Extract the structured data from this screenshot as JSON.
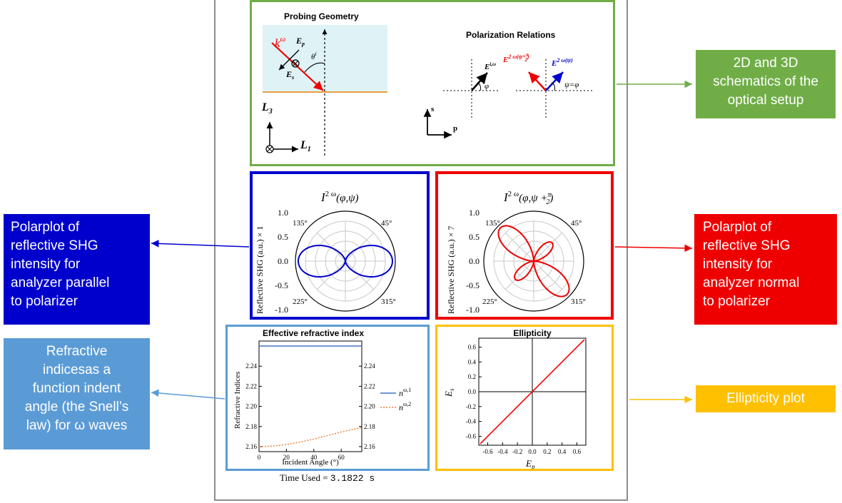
{
  "colors": {
    "green": "#70ad47",
    "blue": "#0000cc",
    "red": "#ee0000",
    "lightblue": "#5b9bd5",
    "gold": "#ffc000",
    "frame": "#8c8c8c"
  },
  "geometry": {
    "title": "Probing Geometry",
    "k_label": "k",
    "k_sup": "ω",
    "ep_label": "E",
    "ep_sub": "p",
    "es_label": "E",
    "es_sub": "s",
    "theta_label": "θ",
    "theta_sup": "i",
    "l3_label": "L",
    "l3_sub": "3",
    "l1_label": "L",
    "l1_sub": "1"
  },
  "polarization": {
    "title": "Polarization Relations",
    "e_in_label": "E",
    "e_in_sup": "i,ω",
    "e_normal_label": "E",
    "e_normal_sup": "2 ω(ψ+",
    "e_normal_frac_top": "π",
    "e_normal_frac_bot": "2",
    "e_normal_close": ")",
    "e_parallel_label": "E",
    "e_parallel_sup": "2 ω(ψ)",
    "phi_label": "φ",
    "psi_eq": "ψ=φ",
    "s_label": "s",
    "p_label": "p"
  },
  "polar_parallel": {
    "title_base": "I",
    "title_sup": "2 ω",
    "title_args": "(φ,ψ)",
    "ylabel": "Reflective SHG (a.u.) × 1",
    "y_ticks": [
      "1.0",
      "0.5",
      "0.0",
      "-0.5",
      "-1.0"
    ],
    "angle_labels": [
      "135°",
      "45°",
      "225°",
      "315°"
    ]
  },
  "polar_normal": {
    "title_base": "I",
    "title_sup": "2 ω",
    "title_args_open": "(φ,ψ +",
    "title_frac_top": "π",
    "title_frac_bot": "2",
    "title_args_close": ")",
    "ylabel": "Reflective SHG (a.u.) × 7",
    "y_ticks": [
      "1.0",
      "0.5",
      "0.0",
      "-0.5",
      "-1.0"
    ],
    "angle_labels": [
      "135°",
      "45°",
      "225°",
      "315°"
    ]
  },
  "chart_data": [
    {
      "type": "line",
      "title": "Effective refractive index",
      "xlabel": "Incident Angle (°)",
      "ylabel": "Refractive Indices",
      "xlim": [
        0,
        75
      ],
      "ylim": [
        2.155,
        2.265
      ],
      "x_ticks": [
        0,
        20,
        40,
        60
      ],
      "y_ticks": [
        2.16,
        2.18,
        2.2,
        2.22,
        2.24
      ],
      "series": [
        {
          "name": "n^{ω,1}",
          "style": "solid",
          "color": "#4472c4",
          "x": [
            0,
            10,
            20,
            30,
            40,
            50,
            60,
            70,
            75
          ],
          "y": [
            2.26,
            2.26,
            2.26,
            2.26,
            2.26,
            2.26,
            2.26,
            2.26,
            2.26
          ]
        },
        {
          "name": "n^{ω,2}",
          "style": "dotted",
          "color": "#ed7d31",
          "x": [
            0,
            10,
            20,
            30,
            40,
            50,
            60,
            70,
            75
          ],
          "y": [
            2.16,
            2.1605,
            2.162,
            2.1645,
            2.1675,
            2.171,
            2.1745,
            2.1775,
            2.179
          ]
        }
      ],
      "legend": [
        {
          "base": "n",
          "sup": "ω,1"
        },
        {
          "base": "n",
          "sup": "ω,2"
        }
      ]
    },
    {
      "type": "line",
      "title": "Ellipticity",
      "xlabel_base": "E",
      "xlabel_sub": "p",
      "ylabel_base": "E",
      "ylabel_sub": "s",
      "xlim": [
        -0.72,
        0.72
      ],
      "ylim": [
        -0.72,
        0.72
      ],
      "x_ticks": [
        "-0.6",
        "-0.4",
        "-0.2",
        "0.0",
        "0.2",
        "0.4",
        "0.6"
      ],
      "x_tick_values": [
        -0.6,
        -0.4,
        -0.2,
        0,
        0.2,
        0.4,
        0.6
      ],
      "y_ticks": [
        "0.6",
        "0.4",
        "0.2",
        "0.0",
        "-0.2",
        "-0.4",
        "-0.6"
      ],
      "y_tick_values": [
        0.6,
        0.4,
        0.2,
        0,
        -0.2,
        -0.4,
        -0.6
      ],
      "series": [
        {
          "color": "#ee0000",
          "x": [
            -0.7,
            0.7
          ],
          "y": [
            -0.7,
            0.7
          ]
        }
      ]
    }
  ],
  "time_used": {
    "prefix": "Time Used = ",
    "value": "3.1822",
    "unit": " s"
  },
  "callouts": {
    "setup": [
      "2D and 3D",
      "schematics of the",
      "optical setup"
    ],
    "parallel": [
      "Polarplot  of",
      "reflective SHG",
      "intensity for",
      "analyzer parallel",
      "to polarizer"
    ],
    "normal": [
      "Polarplot of",
      "reflective SHG",
      "intensity for",
      "analyzer normal",
      "to polarizer"
    ],
    "refractive": [
      "Refractive",
      "indicesas a",
      "function indent",
      "angle (the Snell’s",
      "law) for ω waves"
    ],
    "ellipticity": [
      "Ellipticity plot"
    ]
  }
}
